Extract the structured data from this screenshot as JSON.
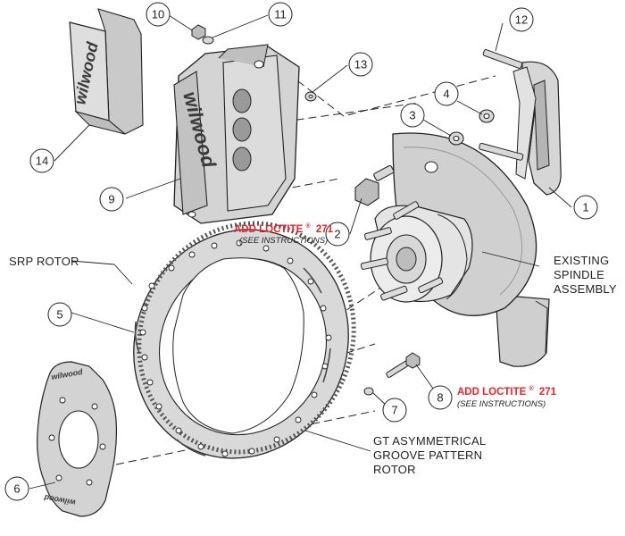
{
  "brand": "wilwood",
  "callouts": [
    "1",
    "2",
    "3",
    "4",
    "5",
    "6",
    "7",
    "8",
    "9",
    "10",
    "11",
    "12",
    "13",
    "14"
  ],
  "labels": {
    "srp_rotor": "SRP ROTOR",
    "existing_line1": "EXISTING",
    "existing_line2": "SPINDLE",
    "existing_line3": "ASSEMBLY",
    "gt_line1": "GT ASYMMETRICAL",
    "gt_line2": "GROOVE PATTERN",
    "gt_line3": "ROTOR"
  },
  "loctite": {
    "text": "ADD LOCTITE",
    "reg": "®",
    "number": "271",
    "note": "(SEE INSTRUCTIONS)"
  },
  "colors": {
    "line": "#222222",
    "part_fill": "#d6d6d6",
    "part_dark": "#9a9a9a",
    "rotor_fill": "#d9d9d9",
    "shield_fill": "#cfcfcf",
    "warning_red": "#e8232a"
  }
}
